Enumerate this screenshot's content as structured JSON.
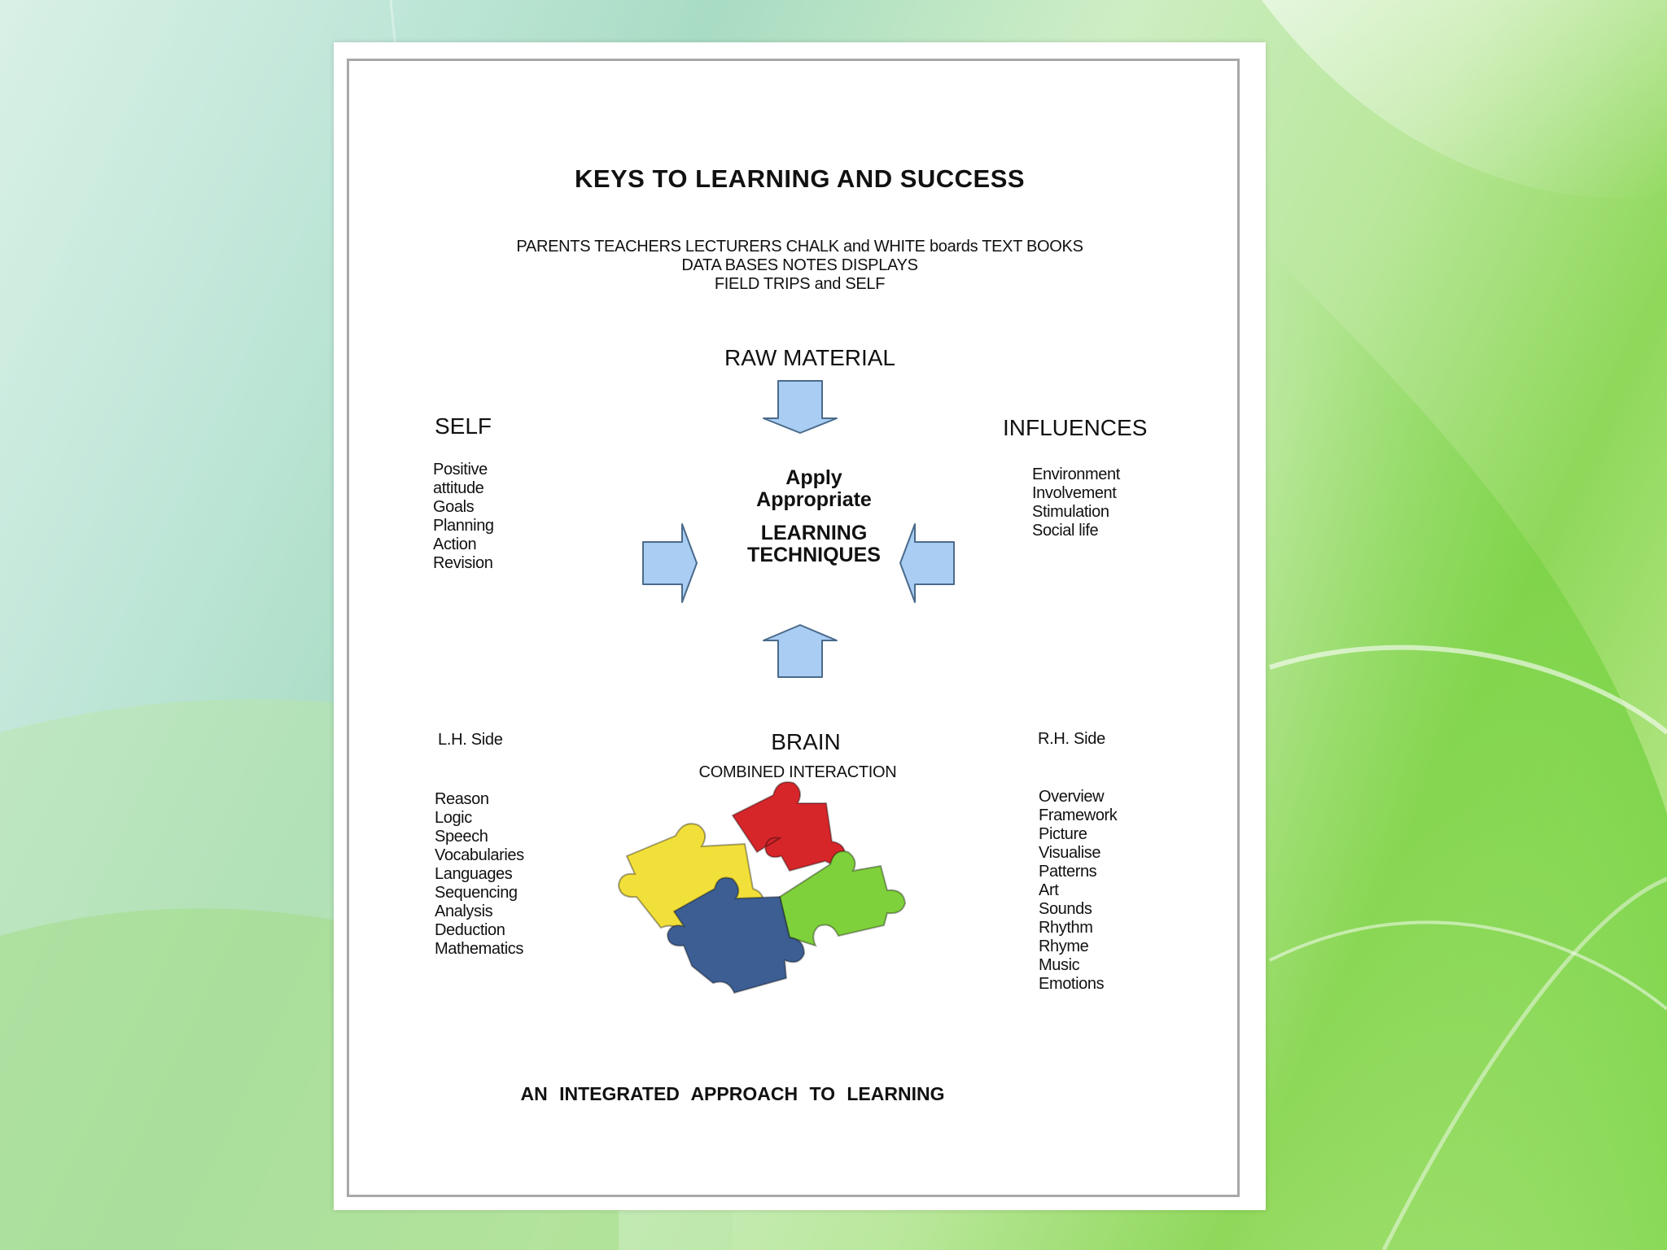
{
  "document": {
    "title": "KEYS TO LEARNING AND SUCCESS",
    "sources": [
      "PARENTS   TEACHERS   LECTURERS   CHALK and WHITE boards   TEXT BOOKS",
      "DATA BASES  NOTES  DISPLAYS",
      "FIELD TRIPS and SELF"
    ],
    "raw_material": "RAW MATERIAL",
    "self": {
      "heading": "SELF",
      "items": [
        "Positive",
        "attitude",
        "Goals",
        "Planning",
        "Action",
        "Revision"
      ]
    },
    "influences": {
      "heading": "INFLUENCES",
      "items": [
        "Environment",
        "Involvement",
        "Stimulation",
        "Social life"
      ]
    },
    "center": {
      "line1": "Apply",
      "line2": "Appropriate",
      "line3": "LEARNING",
      "line4": "TECHNIQUES"
    },
    "brain": {
      "heading": "BRAIN",
      "subheading": "COMBINED INTERACTION"
    },
    "left_side": {
      "heading": "L.H. Side",
      "items": [
        "Reason",
        "Logic",
        "Speech",
        "Vocabularies",
        "Languages",
        "Sequencing",
        "Analysis",
        "Deduction",
        "Mathematics"
      ]
    },
    "right_side": {
      "heading": "R.H. Side",
      "items": [
        "Overview",
        "Framework",
        "Picture",
        "Visualise",
        "Patterns",
        "Art",
        "Sounds",
        "Rhythm",
        "Rhyme",
        "Music",
        "Emotions"
      ]
    },
    "footer": "AN  INTEGRATED  APPROACH  TO  LEARNING"
  },
  "colors": {
    "arrow_fill": "#a9cdf3",
    "arrow_stroke": "#4a6a8a",
    "puzzle_yellow": "#f2e03a",
    "puzzle_red": "#d7262a",
    "puzzle_green": "#7fd13b",
    "puzzle_blue": "#3c5e93"
  }
}
